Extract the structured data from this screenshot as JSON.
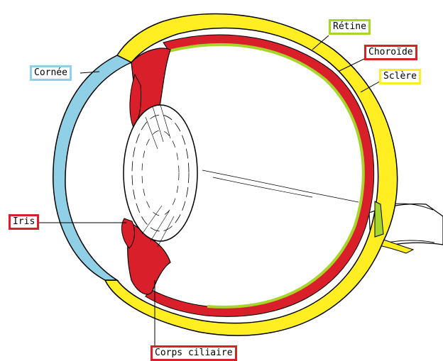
{
  "labels": {
    "retine": "Rétine",
    "choroide": "Choroïde",
    "sclere": "Sclère",
    "cornee": "Cornée",
    "iris": "Iris",
    "corps_ciliaire": "Corps ciliaire"
  },
  "colors": {
    "retine": "#a6d62a",
    "choroide": "#d9202a",
    "sclere": "#ffee22",
    "cornee": "#8fd0e6",
    "iris": "#d9202a",
    "corps_ciliaire": "#d9202a"
  }
}
